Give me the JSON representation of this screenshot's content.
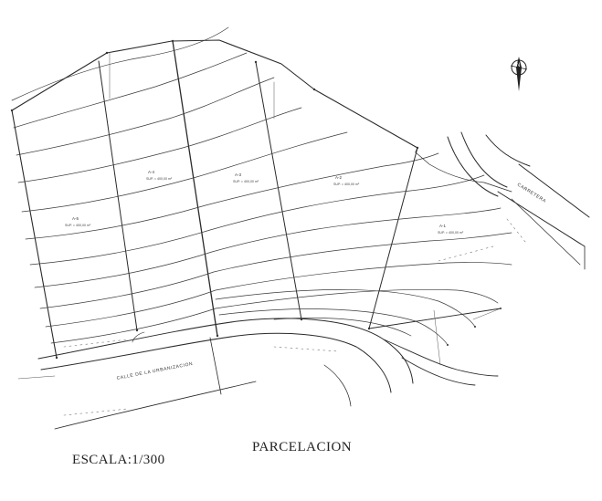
{
  "drawing": {
    "title": "PARCELACION",
    "scale": "ESCALA:1/300"
  },
  "parcels": [
    {
      "id": "A-5",
      "area": "SUP. = 400,00 m²"
    },
    {
      "id": "A-4",
      "area": "SUP. = 400,00 m²"
    },
    {
      "id": "A-3",
      "area": "SUP. = 400,00 m²"
    },
    {
      "id": "A-2",
      "area": "SUP. = 400,00 m²"
    },
    {
      "id": "A-1",
      "area": "SUP. = 400,00 m²"
    }
  ],
  "streets": {
    "south": "CALLE DE LA URBANIZACION",
    "east": "CARRETERA"
  },
  "compass": {
    "icon": "north-arrow-icon",
    "label": "N"
  },
  "line_color": "#2a2a2a"
}
